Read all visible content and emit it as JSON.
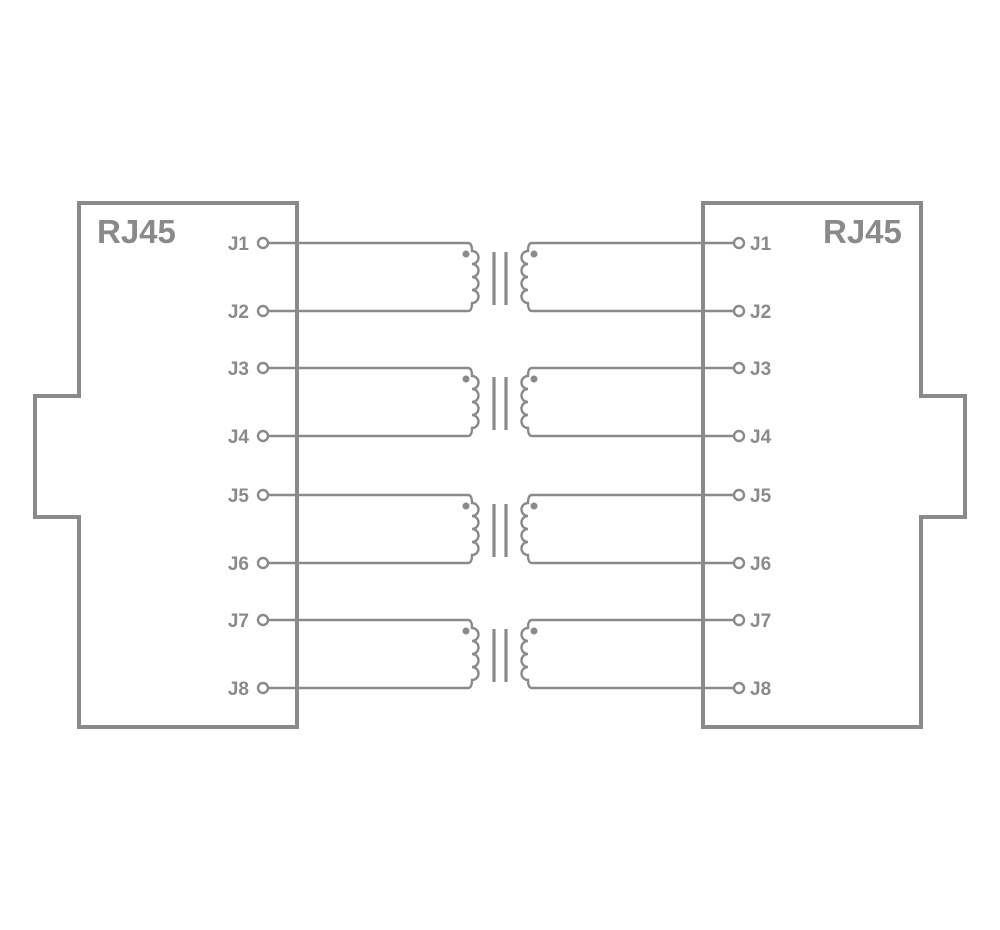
{
  "connectors": [
    {
      "id": "left",
      "title": "RJ45",
      "pins": [
        "J1",
        "J2",
        "J3",
        "J4",
        "J5",
        "J6",
        "J7",
        "J8"
      ]
    },
    {
      "id": "right",
      "title": "RJ45",
      "pins": [
        "J1",
        "J2",
        "J3",
        "J4",
        "J5",
        "J6",
        "J7",
        "J8"
      ]
    }
  ],
  "transformers": [
    {
      "pair": [
        "J1",
        "J2"
      ]
    },
    {
      "pair": [
        "J3",
        "J4"
      ]
    },
    {
      "pair": [
        "J5",
        "J6"
      ]
    },
    {
      "pair": [
        "J7",
        "J8"
      ]
    }
  ],
  "colors": {
    "stroke": "#8a8a8a",
    "background": "#ffffff"
  }
}
